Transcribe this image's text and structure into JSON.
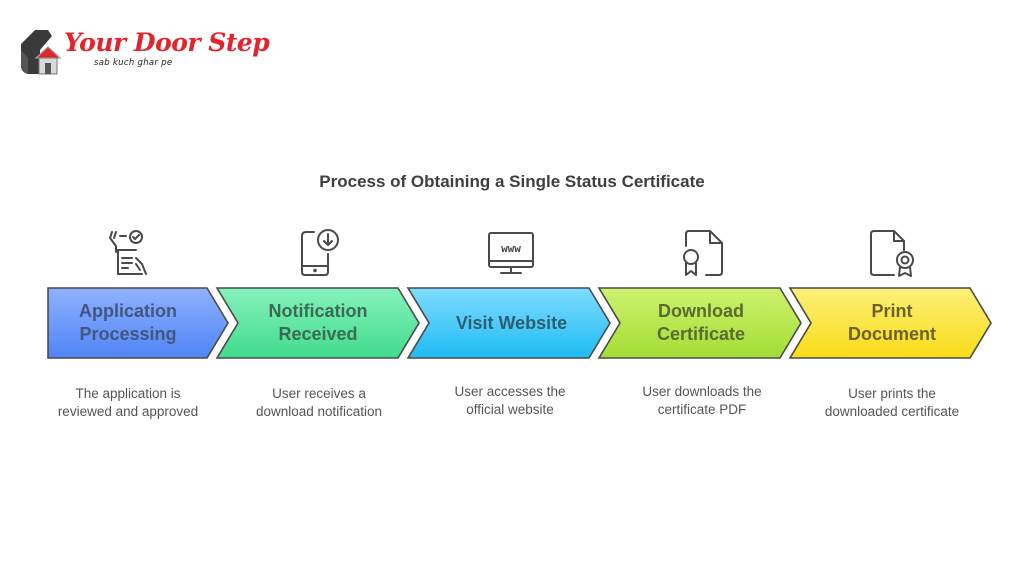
{
  "brand": {
    "name": "Your Door Step",
    "tagline": "sab kuch ghar pe",
    "accent": "#e3242b"
  },
  "title": "Process of Obtaining a Single Status Certificate",
  "steps": [
    {
      "label_line1": "Application",
      "label_line2": "Processing",
      "description": "The application is reviewed and approved",
      "icon": "document-approval-icon",
      "color_top": "#8fb2ff",
      "color_bottom": "#4f84f5",
      "text_color": "#41577f"
    },
    {
      "label_line1": "Notification",
      "label_line2": "Received",
      "description": "User receives a download notification",
      "icon": "phone-download-icon",
      "color_top": "#86f2bd",
      "color_bottom": "#41db8c",
      "text_color": "#3b6b52"
    },
    {
      "label_line1": "Visit Website",
      "label_line2": "",
      "description": "User accesses the official website",
      "icon": "www-monitor-icon",
      "color_top": "#7fdcff",
      "color_bottom": "#1fbcf4",
      "text_color": "#2f5e70"
    },
    {
      "label_line1": "Download",
      "label_line2": "Certificate",
      "description": "User downloads the certificate PDF",
      "icon": "certificate-icon",
      "color_top": "#cef26e",
      "color_bottom": "#a3dd35",
      "text_color": "#5a6b30"
    },
    {
      "label_line1": "Print",
      "label_line2": "Document",
      "description": "User prints the downloaded certificate",
      "icon": "document-badge-icon",
      "color_top": "#fdf07a",
      "color_bottom": "#f9dc16",
      "text_color": "#6c6230"
    }
  ]
}
